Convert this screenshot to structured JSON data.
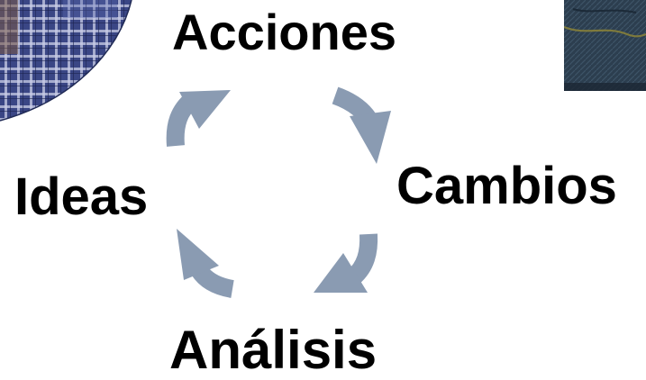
{
  "cycle": {
    "step_top": "Acciones",
    "step_right": "Cambios",
    "step_bottom": "Análisis",
    "step_left": "Ideas"
  },
  "colors": {
    "arrow": "#8a9bb2",
    "text": "#000000",
    "photo_left_shirt": "#2f3c78",
    "photo_right_fabric": "#2c3e4f"
  },
  "icons": {
    "arrow_shape": "curved-arrow-icon",
    "photo_left": "person-plaid-shirt-photo",
    "photo_right": "denim-texture-photo"
  }
}
